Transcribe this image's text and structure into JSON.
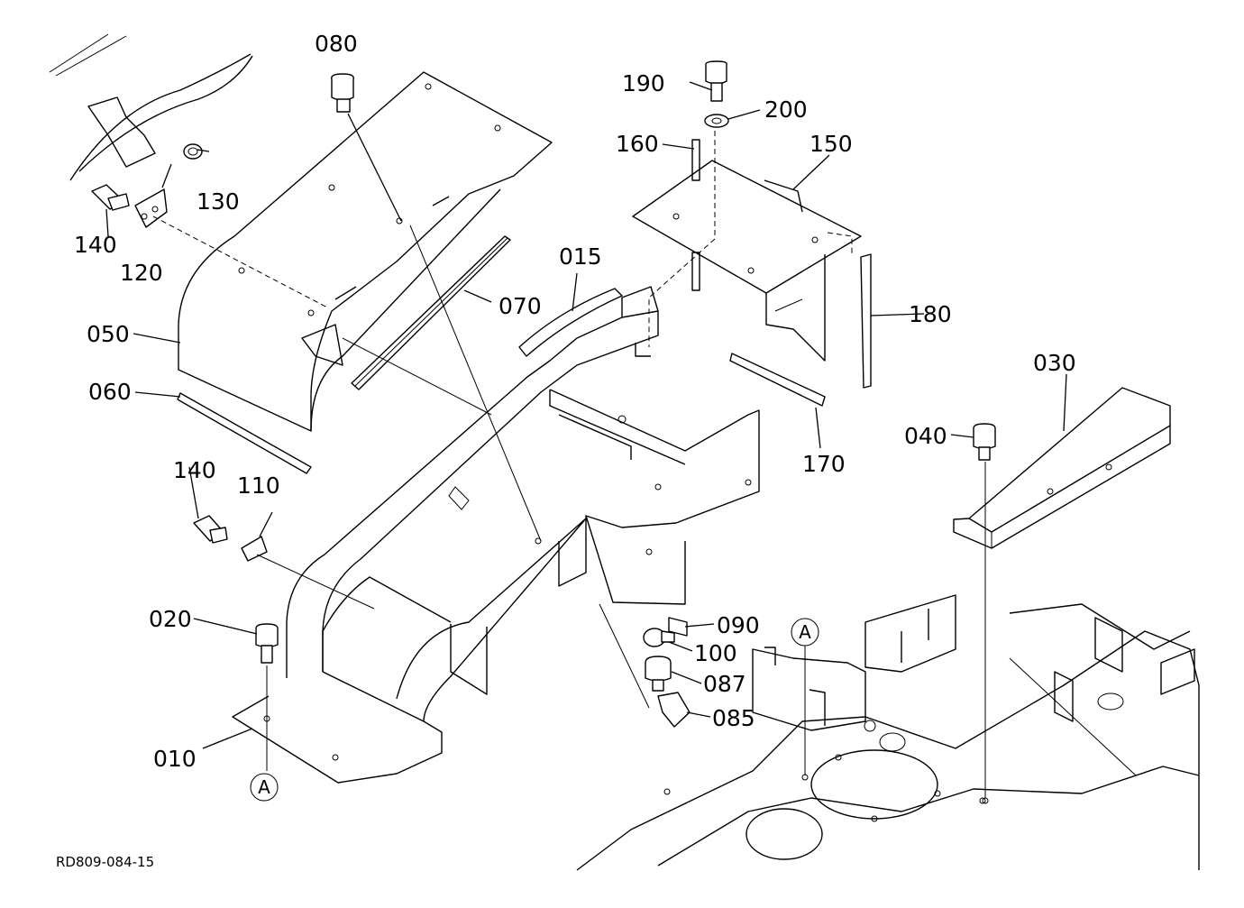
{
  "diagram": {
    "code": "RD809-084-15",
    "ref_marker": "A",
    "labels": {
      "p010": "010",
      "p015": "015",
      "p020": "020",
      "p030": "030",
      "p040": "040",
      "p050": "050",
      "p060": "060",
      "p070": "070",
      "p080": "080",
      "p085": "085",
      "p087": "087",
      "p090": "090",
      "p100": "100",
      "p110": "110",
      "p120": "120",
      "p130": "130",
      "p140a": "140",
      "p140b": "140",
      "p150": "150",
      "p160": "160",
      "p170": "170",
      "p180": "180",
      "p190": "190",
      "p200": "200"
    }
  }
}
